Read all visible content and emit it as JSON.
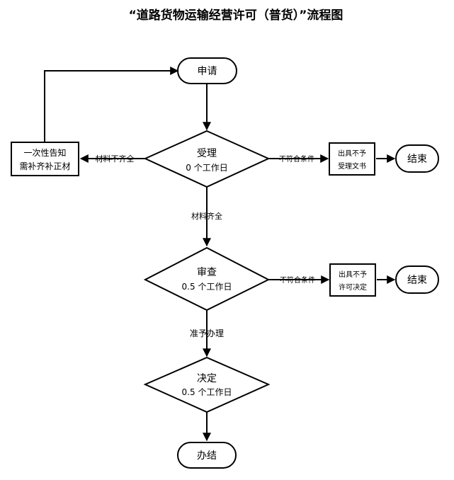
{
  "title": "“道路货物运输经营许可（普货）”流程图",
  "nodes": {
    "apply": "申请",
    "accept": {
      "label": "受理",
      "time": "0 个工作日"
    },
    "notify": {
      "line1": "一次性告知",
      "line2": "需补齐补正材"
    },
    "reject_accept": {
      "line1": "出具不予",
      "line2": "受理文书"
    },
    "end1": "结束",
    "review": {
      "label": "审查",
      "time": "0.5 个工作日"
    },
    "reject_permit": {
      "line1": "出具不予",
      "line2": "许可决定"
    },
    "end2": "结束",
    "decide": {
      "label": "决定",
      "time": "0.5 个工作日"
    },
    "done": "办结"
  },
  "edges": {
    "incomplete": "材料不齐全",
    "not_met_1": "不符合条件",
    "complete": "材料齐全",
    "not_met_2": "不符合条件",
    "approve": "准予办理"
  }
}
